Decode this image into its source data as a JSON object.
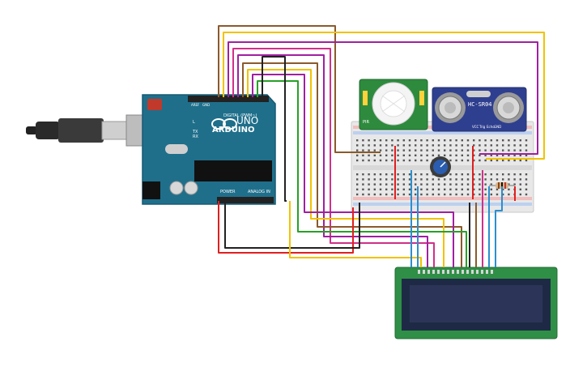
{
  "board": {
    "brand": "ARDUINO",
    "model": "UNO",
    "digital_header": "DIGITAL (PWM~)",
    "power_header": "POWER",
    "analog_header": "ANALOG IN",
    "tx_label": "TX",
    "rx_label": "RX",
    "l_label": "L",
    "aref_label": "AREF",
    "gnd_label": "GND"
  },
  "ultrasonic": {
    "model": "HC-SR04",
    "pins": [
      "VCC",
      "Trig",
      "Echo",
      "GND"
    ]
  },
  "pir": {
    "label": "PIR"
  },
  "colors": {
    "board": "#1f6f8b",
    "board_dark": "#165a72",
    "breadboard": "#e8e8e8",
    "pir_pcb": "#2e8b3e",
    "ultrasonic_pcb": "#2f3f8f",
    "lcd_pcb": "#2f8f46",
    "lcd_screen": "#2c3558",
    "wire_brown": "#8b5a2b",
    "wire_yellow": "#f2c200",
    "wire_purple": "#a020a0",
    "wire_red": "#e02020",
    "wire_green": "#28a028",
    "wire_black": "#222222",
    "wire_blue": "#2a8fd0",
    "wire_magenta": "#d0308a"
  }
}
